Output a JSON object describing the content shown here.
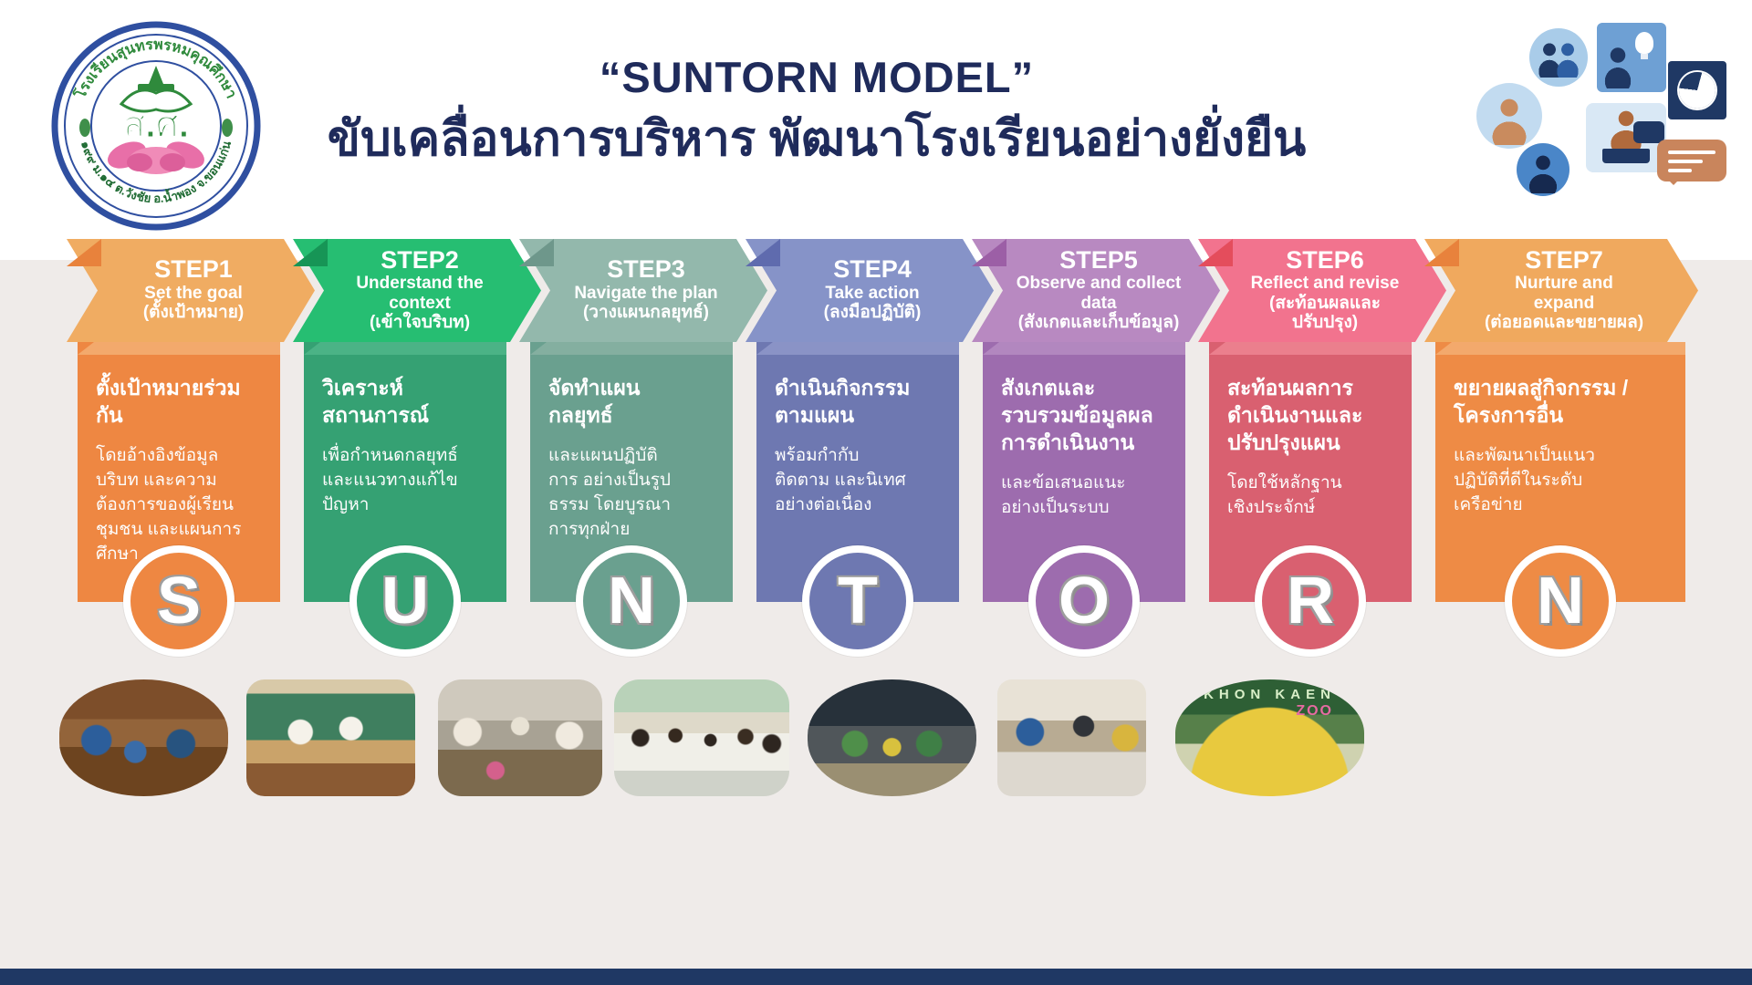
{
  "header": {
    "title": "“SUNTORN MODEL”",
    "subtitle": "ขับเคลื่อนการบริหาร พัฒนาโรงเรียนอย่างยั่งยืน",
    "title_color": "#1F2B5B"
  },
  "logo": {
    "arc_top": "โรงเรียนสุนทรพรหมคุณศึกษา",
    "arc_bottom": "๑๙๙ ม.๑๔ ต.วังชัย อ.น้ำพอง จ.ขอนแก่น",
    "monogram": "ส.ศ."
  },
  "colors": {
    "band": "#EFEBE9",
    "bottom_bar": "#1F3864",
    "title_text": "#1F2B5B"
  },
  "steps": [
    {
      "num": "STEP1",
      "en": "Set the goal",
      "th": "(ตั้งเป้าหมาย)",
      "heading": "ตั้งเป้าหมายร่วมกัน",
      "body": "โดยอ้างอิงข้อมูล\nบริบท และความ\nต้องการของผู้เรียน\nชุมชน และแผนการ\nศึกษา",
      "letter": "S",
      "colors": {
        "banner": "#F0AC62",
        "fold": "#E8823C",
        "panel": "#EE8742",
        "top": "#F3A96C"
      }
    },
    {
      "num": "STEP2",
      "en": "Understand the\ncontext",
      "th": "(เข้าใจบริบท)",
      "heading": "วิเคราะห์\nสถานการณ์",
      "body": "เพื่อกำหนดกลยุทธ์\nและแนวทางแก้ไข\nปัญหา",
      "letter": "U",
      "colors": {
        "banner": "#26BE72",
        "fold": "#179556",
        "panel": "#35A173",
        "top": "#4BB386"
      }
    },
    {
      "num": "STEP3",
      "en": "Navigate the plan",
      "th": "(วางแผนกลยุทธ์)",
      "heading": "จัดทำแผน\nกลยุทธ์",
      "body": "และแผนปฏิบัติ\nการ  อย่างเป็นรูป\nธรรม โดยบูรณา\nการทุกฝ่าย",
      "letter": "N",
      "colors": {
        "banner": "#93B8AC",
        "fold": "#6E978B",
        "panel": "#6AA08F",
        "top": "#84AFA0"
      }
    },
    {
      "num": "STEP4",
      "en": "Take action",
      "th": "(ลงมือปฏิบัติ)",
      "heading": "ดำเนินกิจกรรม\nตามแผน",
      "body": "พร้อมกำกับ\nติดตาม และนิเทศ\nอย่างต่อเนื่อง",
      "letter": "T",
      "colors": {
        "banner": "#8693C8",
        "fold": "#5F6BAE",
        "panel": "#6E78B1",
        "top": "#8A93C6"
      }
    },
    {
      "num": "STEP5",
      "en": "Observe and collect\ndata",
      "th": "(สังเกตและเก็บข้อมูล)",
      "heading": "สังเกตและ\nรวบรวมข้อมูลผล\nการดำเนินงาน",
      "body": "และข้อเสนอแนะ\nอย่างเป็นระบบ",
      "letter": "O",
      "colors": {
        "banner": "#B889C1",
        "fold": "#9C5FA6",
        "panel": "#9D6CAE",
        "top": "#B287BF"
      }
    },
    {
      "num": "STEP6",
      "en": "Reflect and revise",
      "th": "(สะท้อนผลและ\nปรับปรุง)",
      "heading": "สะท้อนผลการ\nดำเนินงานและ\nปรับปรุงแผน",
      "body": "โดยใช้หลักฐาน\nเชิงประจักษ์",
      "letter": "R",
      "colors": {
        "banner": "#F2738E",
        "fold": "#E44D5C",
        "panel": "#D96070",
        "top": "#EB7F8D"
      }
    },
    {
      "num": "STEP7",
      "en": "Nurture and\nexpand",
      "th": "(ต่อยอดและขยายผล)",
      "heading": "ขยายผลสู่กิจกรรม /\nโครงการอื่น",
      "body": "และพัฒนาเป็นแนว\nปฏิบัติที่ดีในระดับ\nเครือข่าย",
      "letter": "N",
      "colors": {
        "banner": "#F0A95E",
        "fold": "#E8823C",
        "panel": "#EE8B45",
        "top": "#F3A96C"
      }
    }
  ],
  "photos": {
    "items": [
      {
        "name": "photo-staff-meeting"
      },
      {
        "name": "photo-classroom-training"
      },
      {
        "name": "photo-planning-workshop"
      },
      {
        "name": "photo-student-assembly"
      },
      {
        "name": "photo-group-outdoor"
      },
      {
        "name": "photo-document-review"
      },
      {
        "name": "photo-khon-kaen-zoo-trip",
        "sign_line1": "KHON KAEN",
        "sign_line2": "ZOO"
      }
    ]
  }
}
